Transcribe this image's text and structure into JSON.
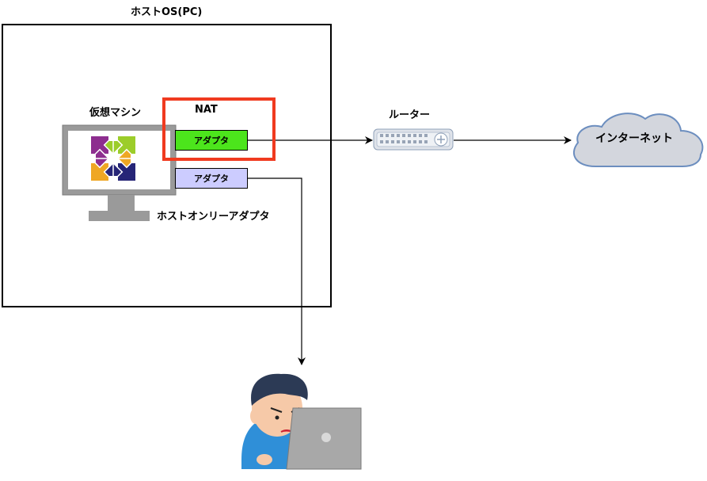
{
  "host": {
    "title": "ホストOS(PC)"
  },
  "vm": {
    "label": "仮想マシン"
  },
  "nat": {
    "label": "NAT",
    "adapter_label": "アダプタ",
    "adapter_color": "#4ce51c",
    "highlight_color": "#f03a1f"
  },
  "host_only": {
    "label": "ホストオンリーアダプタ",
    "adapter_label": "アダプタ",
    "adapter_color": "#ccccff"
  },
  "router": {
    "label": "ルーター"
  },
  "internet": {
    "label": "インターネット",
    "fill": "#d3d6dd",
    "stroke": "#6c8ebf"
  },
  "user": {
    "icon": "user-with-laptop-icon"
  }
}
